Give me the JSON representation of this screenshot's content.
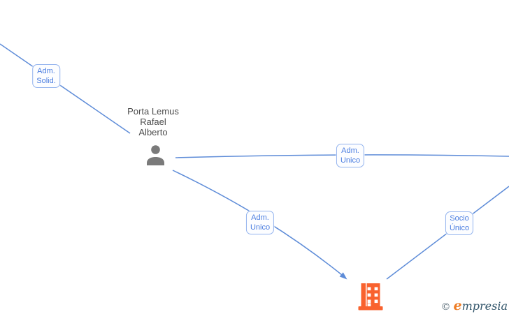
{
  "diagram": {
    "type": "network-graph",
    "colors": {
      "edge": "#5e8cd8",
      "label_text": "#4a7de0",
      "label_border": "#93b3ee",
      "person_icon": "#7a7a7a",
      "company_icon": "#f9622e",
      "person_name_text": "#4d4d4d"
    },
    "person": {
      "full_name": "Porta Lemus Rafael Alberto",
      "label_lines": [
        "Porta Lemus",
        "Rafael",
        "Alberto"
      ]
    },
    "edge_labels": [
      {
        "id": "adm-solid",
        "lines": [
          "Adm.",
          "Solid."
        ]
      },
      {
        "id": "adm-unico-right",
        "lines": [
          "Adm.",
          "Unico"
        ]
      },
      {
        "id": "adm-unico-company",
        "lines": [
          "Adm.",
          "Unico"
        ]
      },
      {
        "id": "socio-unico",
        "lines": [
          "Socio",
          "Único"
        ]
      }
    ],
    "watermark": {
      "copyright_symbol": "©",
      "brand_first_letter": "e",
      "brand_rest": "mpresia",
      "brand": "empresia"
    }
  }
}
